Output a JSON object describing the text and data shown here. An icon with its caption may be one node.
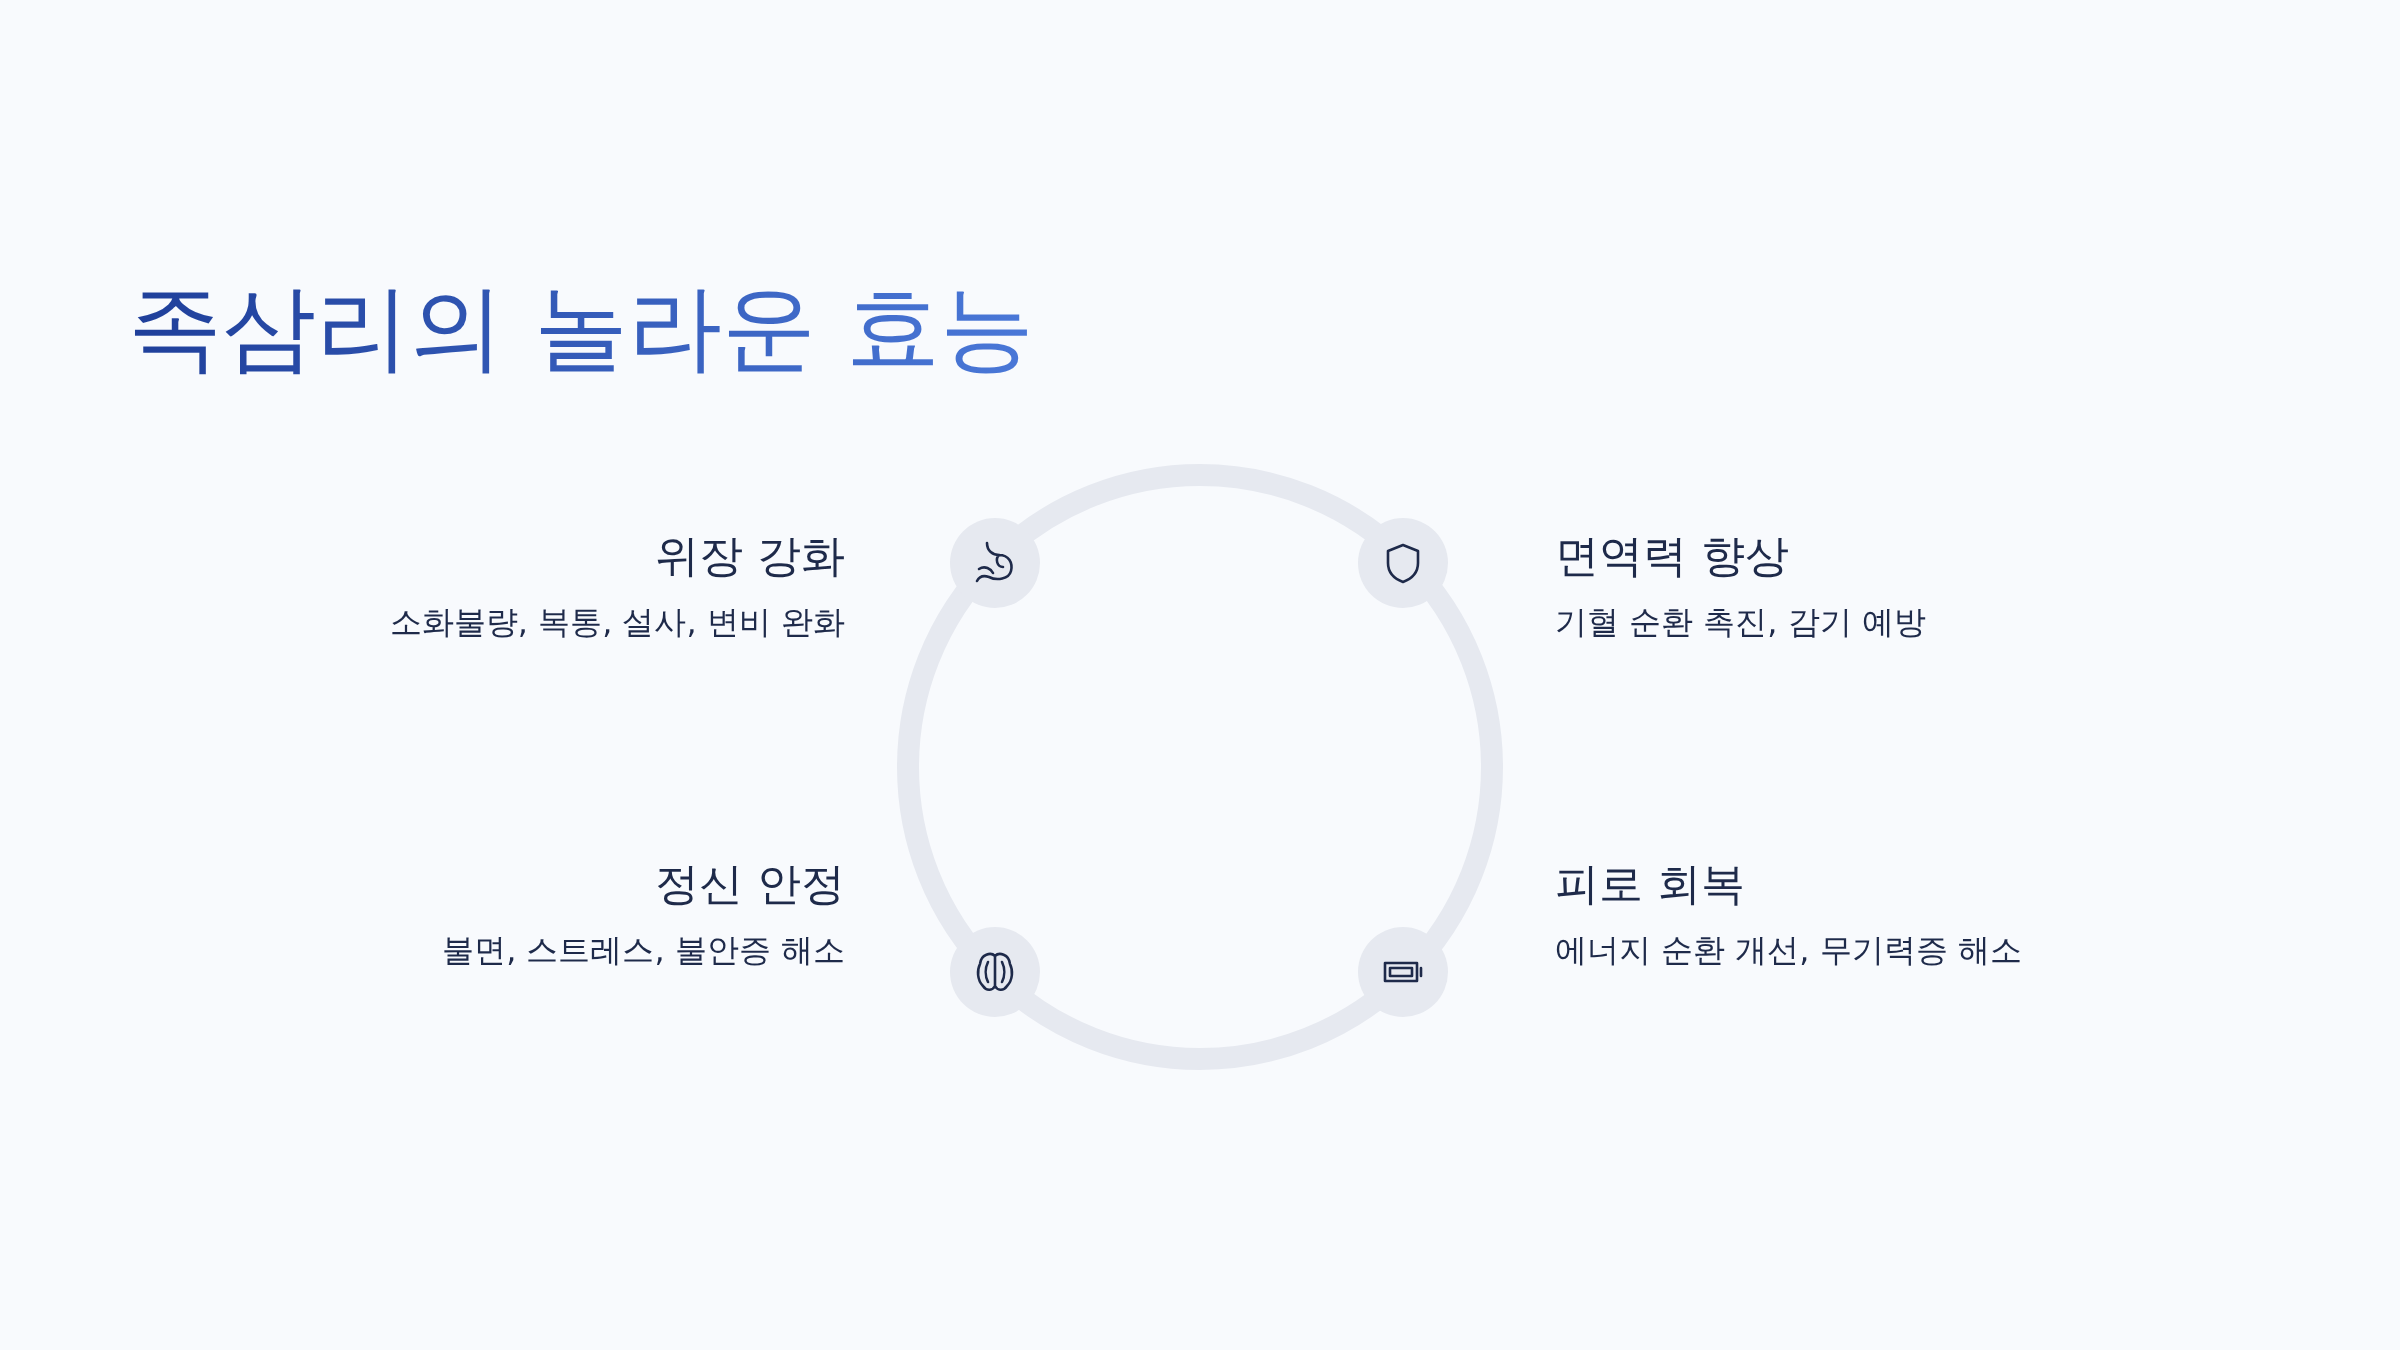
{
  "diagram": {
    "title": "족삼리의 놀라운 효능",
    "nodes": [
      {
        "text": [
          "위장 강화",
          "소화불량, 복통, 설사, 변비 완화"
        ]
      },
      {
        "text": [
          "면역력 향상",
          "기혈 순환 촉진, 감기 예방"
        ]
      },
      {
        "text": [
          "정신 안정",
          "불면, 스트레스, 불안증 해소"
        ]
      },
      {
        "text": [
          "피로 회복",
          "에너지 순환 개선, 무기력증 해소"
        ]
      }
    ]
  }
}
